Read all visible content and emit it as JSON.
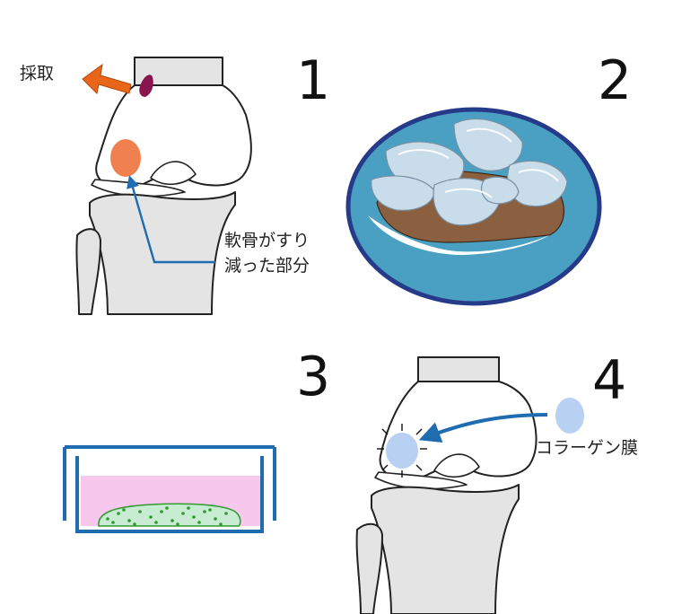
{
  "steps": [
    {
      "number": "1",
      "labels": {
        "harvest": "採取",
        "damage_line1": "軟骨がすり",
        "damage_line2": "減った部分"
      }
    },
    {
      "number": "2"
    },
    {
      "number": "3"
    },
    {
      "number": "4",
      "labels": {
        "membrane": "コラーゲン膜"
      }
    }
  ],
  "colors": {
    "bone_fill": "#ffffff",
    "shaft_fill": "#e4e4e4",
    "outline": "#222222",
    "harvest_arrow": "#e8651a",
    "harvest_site": "#8a1450",
    "damaged_area": "#f08050",
    "pointer_arrow": "#1f6db0",
    "dish_bg": "#4aa0c2",
    "dish_rim": "#263a8a",
    "cartilage": "#c9dcea",
    "tissue_brown": "#8a6040",
    "culture_wall": "#1f6db0",
    "medium": "#f7c7ec",
    "cell_sheet": "#c8ecd2",
    "cell_dot": "#2f9a2f",
    "membrane": "#b8d0f2"
  },
  "icons": [
    "knee-joint-icon",
    "petri-dish-icon",
    "culture-dish-icon",
    "collagen-membrane-icon"
  ]
}
